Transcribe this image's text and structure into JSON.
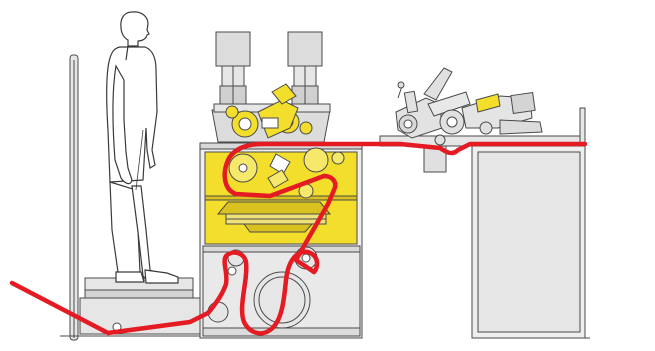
{
  "figure": {
    "kind": "machine-side-elevation",
    "colors": {
      "background": "#ffffff",
      "outline": "#4a4a4a",
      "machine_fill": "#e6e6e6",
      "machine_dark": "#cfcfcf",
      "highlight_yellow": "#f3de2c",
      "web_path": "#e51b24"
    },
    "parts": [
      "operator-figure",
      "operator-platform",
      "railing",
      "main-machine-frame",
      "print-units",
      "dryer-section",
      "web-path",
      "folding-unit",
      "delivery-table"
    ]
  }
}
